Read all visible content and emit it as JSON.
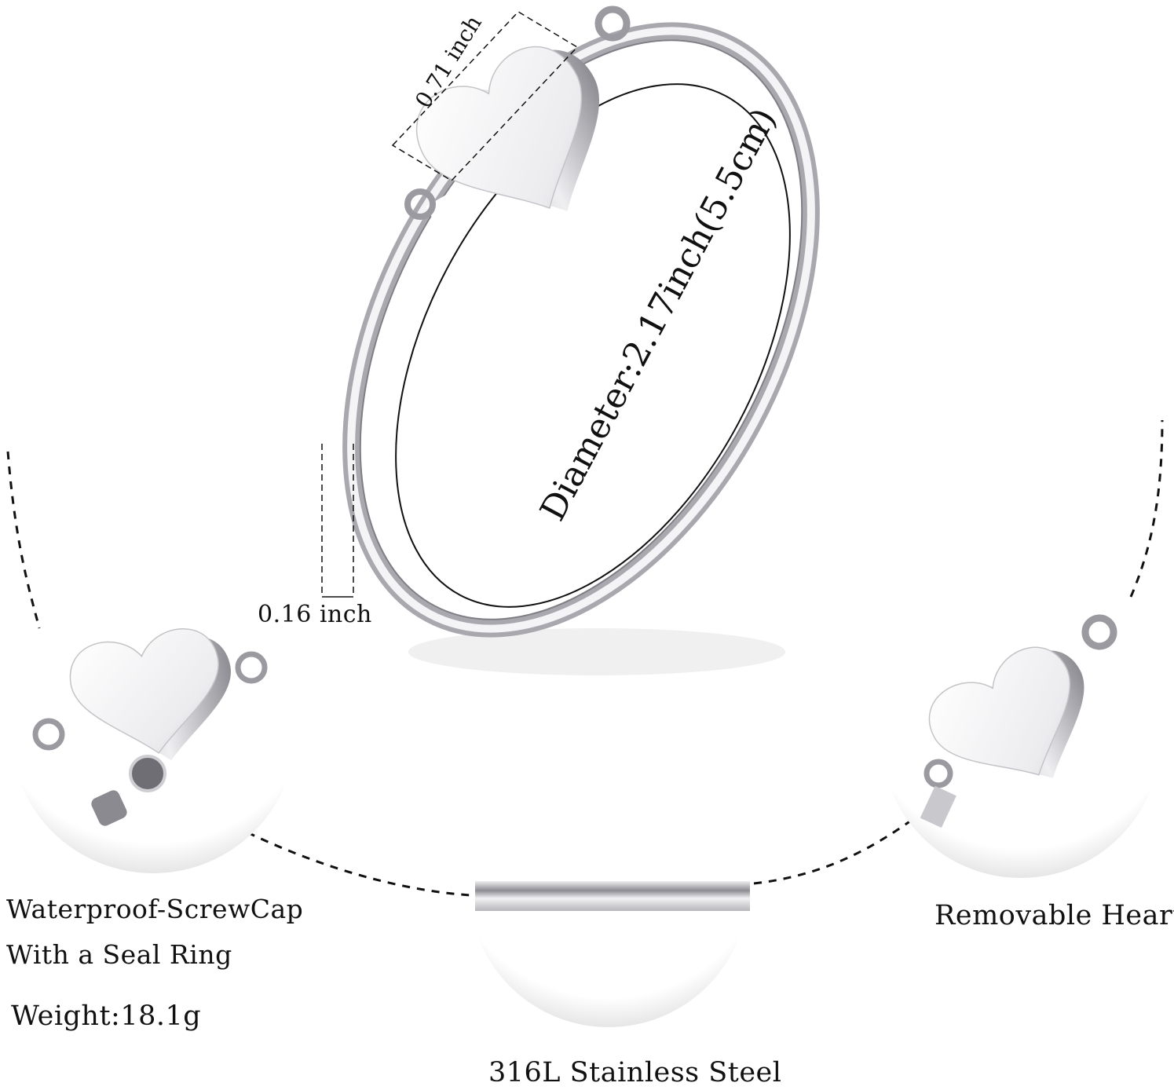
{
  "dimensions": {
    "heart_width": "0.71 inch",
    "diameter": "Diameter:2.17inch(5.5cm)",
    "band_width": "0.16 inch"
  },
  "features": {
    "screw_cap_line1": "Waterproof-ScrewCap",
    "screw_cap_line2": "With a Seal Ring",
    "weight": "Weight:18.1g",
    "material": "316L Stainless Steel",
    "removable": "Removable Heart"
  },
  "colors": {
    "steel_light": "#f4f4f6",
    "steel_mid": "#c9c9cd",
    "steel_dark": "#8a8a90",
    "line": "#111111",
    "shadow": "#e8e8e8"
  }
}
